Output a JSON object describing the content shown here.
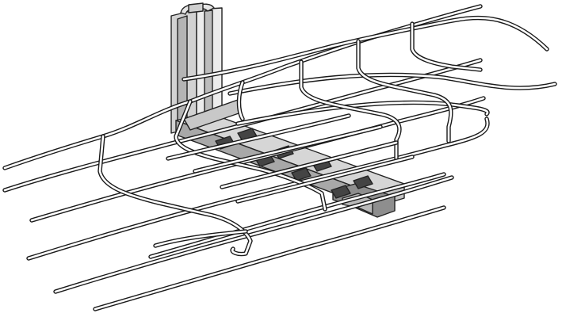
{
  "colors": {
    "background": "#ffffff",
    "outline": "#1a1a1a",
    "steel_light": "#dcdcdc",
    "steel_mid": "#bdbdbd",
    "steel_dark": "#9a9a9a"
  },
  "parts": [
    "wire-mesh-cable-tray",
    "vertical-strut-channel",
    "cantilever-support-arm",
    "tray-fixing-clips"
  ]
}
